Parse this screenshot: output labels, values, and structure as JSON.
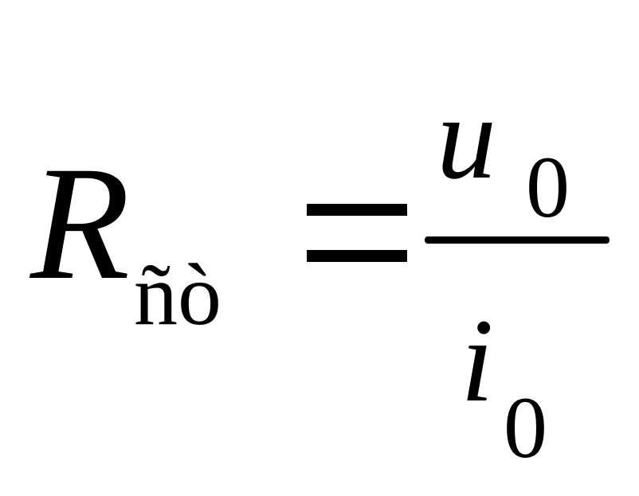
{
  "formula": {
    "lhs_symbol": "R",
    "lhs_subscript": "ñò",
    "relation": "=",
    "numerator_symbol": "u",
    "numerator_subscript": "0",
    "denominator_symbol": "i",
    "denominator_subscript": "0"
  }
}
